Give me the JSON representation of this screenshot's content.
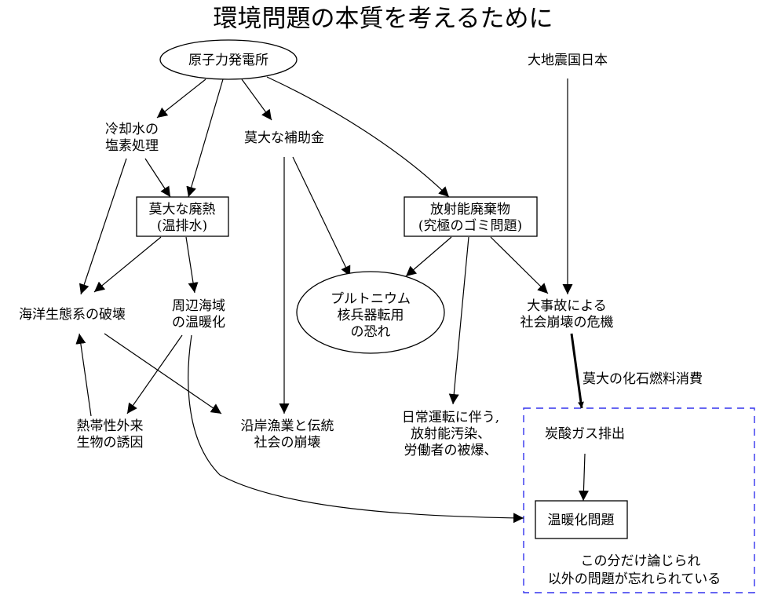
{
  "title": "環境問題の本質を考えるために",
  "nodes": {
    "genpatsu": {
      "lines": [
        "原子力発電所"
      ],
      "shape": "ellipse"
    },
    "jishin": {
      "lines": [
        "大地震国日本"
      ],
      "shape": "plaintext"
    },
    "reikyaku": {
      "lines": [
        "冷却水の",
        "塩素処理"
      ],
      "shape": "plaintext"
    },
    "hojokin": {
      "lines": [
        "莫大な補助金"
      ],
      "shape": "plaintext"
    },
    "hainetsu": {
      "lines": [
        "莫大な廃熱",
        "(温排水)"
      ],
      "shape": "box"
    },
    "haikibutsu": {
      "lines": [
        "放射能廃棄物",
        "(究極のゴミ問題)"
      ],
      "shape": "box"
    },
    "kaiyou": {
      "lines": [
        "海洋生態系の破壊"
      ],
      "shape": "plaintext"
    },
    "shuuhen": {
      "lines": [
        "周辺海域",
        "の温暖化"
      ],
      "shape": "plaintext"
    },
    "plutonium": {
      "lines": [
        "プルトニウム",
        "核兵器転用",
        "の恐れ"
      ],
      "shape": "ellipse"
    },
    "daijiko": {
      "lines": [
        "大事故による",
        "社会崩壊の危機"
      ],
      "shape": "plaintext"
    },
    "nettai": {
      "lines": [
        "熱帯性外来",
        "生物の誘因"
      ],
      "shape": "plaintext"
    },
    "engan": {
      "lines": [
        "沿岸漁業と伝統",
        "社会の崩壊"
      ],
      "shape": "plaintext"
    },
    "nichijou": {
      "lines": [
        "日常運転に伴う,",
        "放射能汚染、",
        "労働者の被爆、"
      ],
      "shape": "plaintext"
    },
    "tansan": {
      "lines": [
        "炭酸ガス排出"
      ],
      "shape": "plaintext"
    },
    "ondanka": {
      "lines": [
        "温暖化問題"
      ],
      "shape": "box"
    }
  },
  "edges": [
    {
      "from": "genpatsu",
      "to": "reikyaku"
    },
    {
      "from": "genpatsu",
      "to": "hainetsu"
    },
    {
      "from": "genpatsu",
      "to": "hojokin"
    },
    {
      "from": "genpatsu",
      "to": "haikibutsu"
    },
    {
      "from": "jishin",
      "to": "daijiko"
    },
    {
      "from": "reikyaku",
      "to": "hainetsu"
    },
    {
      "from": "reikyaku",
      "to": "kaiyou"
    },
    {
      "from": "hainetsu",
      "to": "kaiyou"
    },
    {
      "from": "hainetsu",
      "to": "shuuhen"
    },
    {
      "from": "hojokin",
      "to": "engan"
    },
    {
      "from": "hojokin",
      "to": "plutonium"
    },
    {
      "from": "haikibutsu",
      "to": "plutonium"
    },
    {
      "from": "haikibutsu",
      "to": "nichijou"
    },
    {
      "from": "haikibutsu",
      "to": "daijiko"
    },
    {
      "from": "kaiyou",
      "to": "engan"
    },
    {
      "from": "shuuhen",
      "to": "nettai"
    },
    {
      "from": "shuuhen",
      "to": "cluster-ondanka"
    },
    {
      "from": "nettai",
      "to": "kaiyou"
    },
    {
      "from": "daijiko",
      "to": "cluster-ondanka",
      "label": "莫大の化石燃料消費",
      "bold": true
    },
    {
      "from": "tansan",
      "to": "ondanka"
    }
  ],
  "cluster": {
    "caption": [
      "この分だけ論じられ",
      "以外の問題が忘れられている"
    ],
    "border_color": "#3333ee"
  }
}
